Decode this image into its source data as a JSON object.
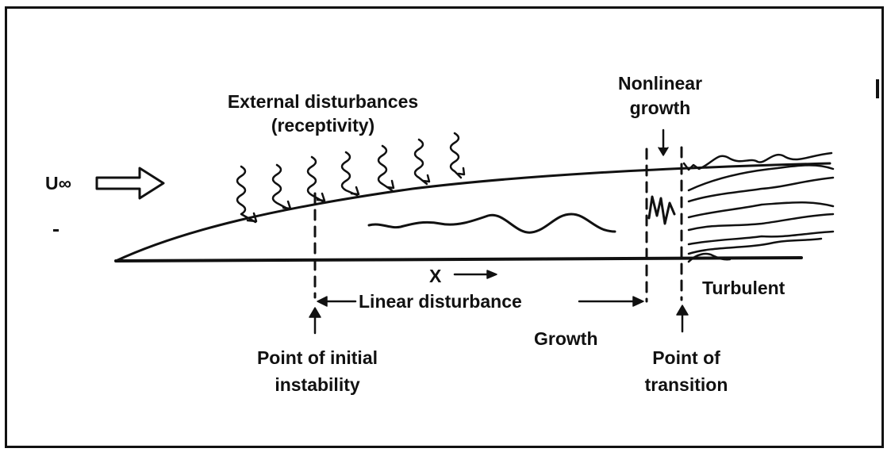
{
  "labels": {
    "external_line1": "External disturbances",
    "external_line2": "(receptivity)",
    "nonlinear_line1": "Nonlinear",
    "nonlinear_line2": "growth",
    "freestream": "U∞",
    "x_axis": "X",
    "linear_disturbance": "Linear disturbance",
    "growth": "Growth",
    "turbulent": "Turbulent",
    "initial_line1": "Point of initial",
    "initial_line2": "instability",
    "transition_line1": "Point of",
    "transition_line2": "transition"
  }
}
